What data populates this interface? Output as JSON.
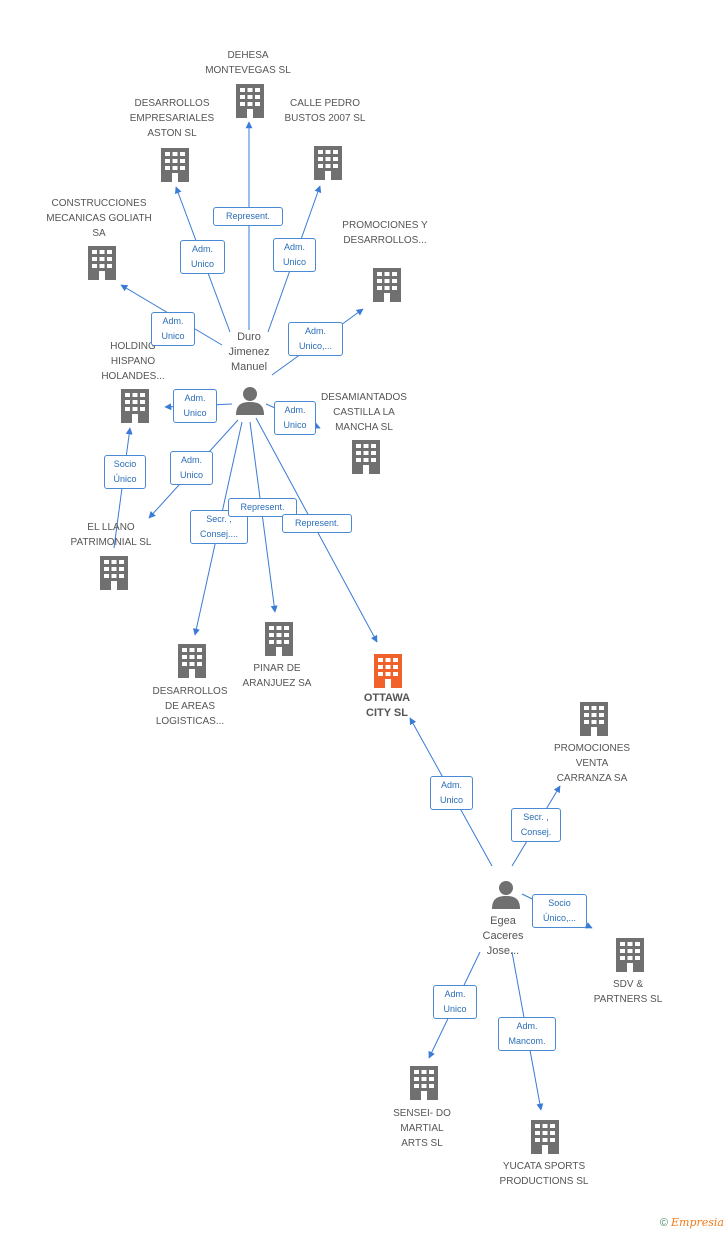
{
  "center_company": {
    "label": "OTTAWA CITY SL",
    "color": "#f0622a"
  },
  "persons": [
    {
      "id": "duro",
      "label": "Duro Jimenez Manuel"
    },
    {
      "id": "egea",
      "label": "Egea Caceres Jose..."
    }
  ],
  "companies": [
    {
      "id": "dehesa",
      "label": "DEHESA MONTEVEGAS SL"
    },
    {
      "id": "aston",
      "label": "DESARROLLOS EMPRESARIALES ASTON SL"
    },
    {
      "id": "calle",
      "label": "CALLE PEDRO BUSTOS 2007 SL"
    },
    {
      "id": "goliath",
      "label": "CONSTRUCCIONES MECANICAS GOLIATH SA"
    },
    {
      "id": "promo",
      "label": "PROMOCIONES Y DESARROLLOS..."
    },
    {
      "id": "holding",
      "label": "HOLDING HISPANO HOLANDES..."
    },
    {
      "id": "desam",
      "label": "DESAMIANTADOS CASTILLA LA MANCHA SL"
    },
    {
      "id": "llano",
      "label": "EL LLANO PATRIMONIAL SL"
    },
    {
      "id": "logisticas",
      "label": "DESARROLLOS DE AREAS LOGISTICAS..."
    },
    {
      "id": "pinar",
      "label": "PINAR DE ARANJUEZ SA"
    },
    {
      "id": "carranza",
      "label": "PROMOCIONES VENTA CARRANZA SA"
    },
    {
      "id": "sdv",
      "label": "SDV & PARTNERS SL"
    },
    {
      "id": "sensei",
      "label": "SENSEI- DO MARTIAL ARTS SL"
    },
    {
      "id": "yucata",
      "label": "YUCATA SPORTS PRODUCTIONS SL"
    }
  ],
  "relations": [
    {
      "id": "r_dehesa",
      "label": "Represent."
    },
    {
      "id": "r_aston",
      "label": "Adm. Unico"
    },
    {
      "id": "r_calle",
      "label": "Adm. Unico"
    },
    {
      "id": "r_goliath",
      "label": "Adm. Unico"
    },
    {
      "id": "r_promo",
      "label": "Adm. Unico,..."
    },
    {
      "id": "r_holding",
      "label": "Adm. Unico"
    },
    {
      "id": "r_desam",
      "label": "Adm. Unico"
    },
    {
      "id": "r_llano",
      "label": "Adm. Unico"
    },
    {
      "id": "r_socio_llano",
      "label": "Socio Único"
    },
    {
      "id": "r_logisticas",
      "label": "Secr. , Consej...."
    },
    {
      "id": "r_pinar",
      "label": "Represent."
    },
    {
      "id": "r_ottawa_duro",
      "label": "Represent."
    },
    {
      "id": "r_ottawa_egea",
      "label": "Adm. Unico"
    },
    {
      "id": "r_carranza",
      "label": "Secr. , Consej."
    },
    {
      "id": "r_sdv",
      "label": "Socio Único,..."
    },
    {
      "id": "r_sensei",
      "label": "Adm. Unico"
    },
    {
      "id": "r_yucata",
      "label": "Adm. Mancom."
    }
  ],
  "footer": {
    "copyright": "©",
    "brand": "Empresia"
  },
  "colors": {
    "building": "#707070",
    "highlight": "#f0622a",
    "edge": "#3a7bd5",
    "person": "#707070"
  }
}
